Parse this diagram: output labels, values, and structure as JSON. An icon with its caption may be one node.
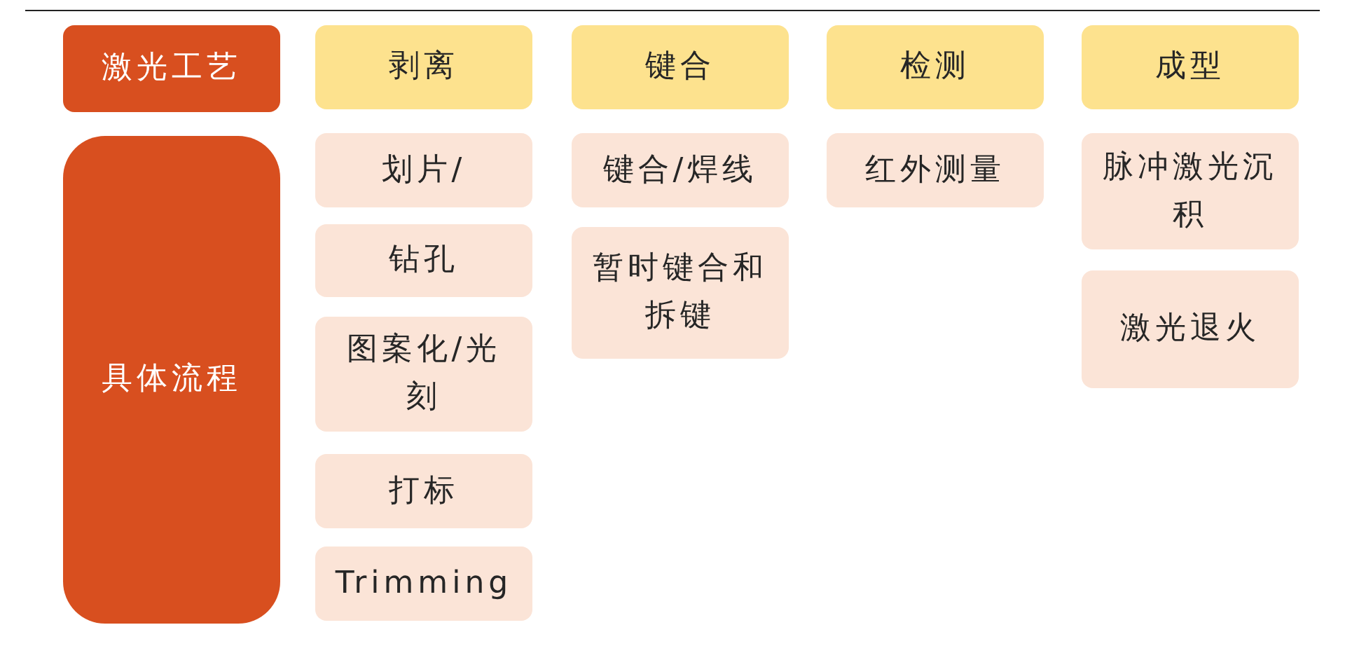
{
  "diagram": {
    "nodes": [
      {
        "text": [
          "激光工艺"
        ]
      },
      {
        "text": [
          "剥离"
        ]
      },
      {
        "text": [
          "键合"
        ]
      },
      {
        "text": [
          "检测"
        ]
      },
      {
        "text": [
          "成型"
        ]
      },
      {
        "text": [
          "具体流程"
        ]
      },
      {
        "text": [
          "划片/"
        ]
      },
      {
        "text": [
          "键合/焊线"
        ]
      },
      {
        "text": [
          "红外测量"
        ]
      },
      {
        "text": [
          "脉冲激光沉积"
        ]
      },
      {
        "text": [
          "钻孔"
        ]
      },
      {
        "text": [
          "暂时键合和拆键"
        ]
      },
      {
        "text": [
          "激光退火"
        ]
      },
      {
        "text": [
          "图案化/光刻"
        ]
      },
      {
        "text": [
          "打标"
        ]
      },
      {
        "text": [
          "Trimming"
        ]
      }
    ]
  }
}
